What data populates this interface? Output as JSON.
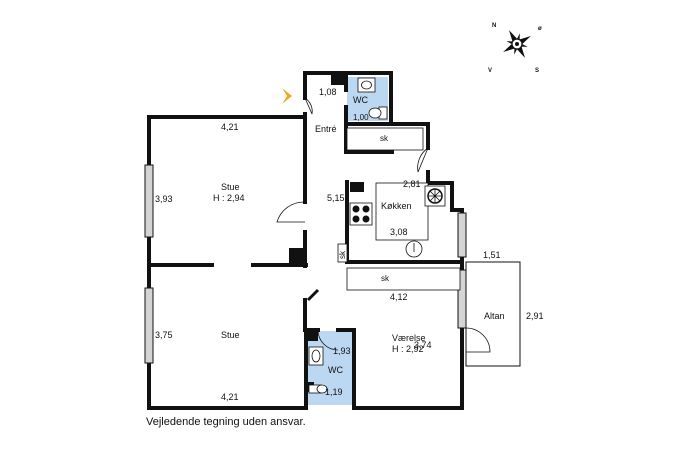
{
  "compass": {
    "n": "N",
    "o": "ø",
    "v": "V",
    "s": "S",
    "icon": "compass-rose-icon"
  },
  "rooms": {
    "entre": "Entré",
    "wc_top": "WC",
    "koekken": "Køkken",
    "stue1": "Stue",
    "stue1_height": "H : 2,94",
    "stue2": "Stue",
    "vaerelse": "Værelse",
    "vaerelse_height": "H : 2,92",
    "wc_bottom": "WC",
    "altan": "Altan"
  },
  "fixtures": {
    "sk1": "sk",
    "sk2": "sk",
    "sk3": "sk"
  },
  "dims": {
    "d108": "1,08",
    "d100": "1,00",
    "d421_top": "4,21",
    "d393": "3,93",
    "d515": "5,15",
    "d281": "2,81",
    "d308": "3,08",
    "d151": "1,51",
    "d412": "4,12",
    "d291": "2,91",
    "d375": "3,75",
    "d374": "3,74",
    "d193": "1,93",
    "d421_bottom": "4,21",
    "d119": "1,19"
  },
  "colors": {
    "wet_room": "#bcd7f2",
    "entrance_arrow": "#f5a623",
    "wall": "#111111",
    "window": "#cfcfcf"
  },
  "disclaimer": "Vejledende tegning uden ansvar."
}
